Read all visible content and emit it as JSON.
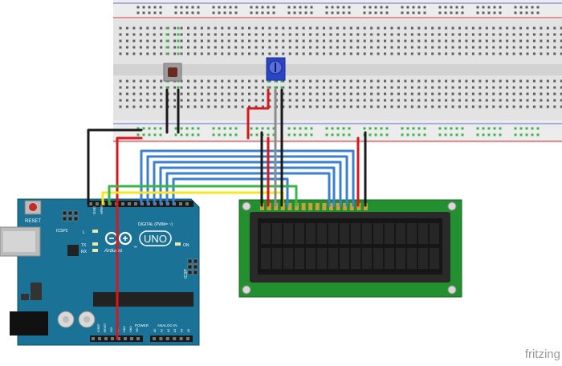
{
  "arduino": {
    "reset_label": "RESET",
    "icsp2_label": "ICSP2",
    "aref_label": "AREF",
    "gnd_label": "GND",
    "digital_label": "DIGITAL (PWM= ~)",
    "brand_label": "Arduino",
    "tm_mark": "™",
    "model_label": "UNO",
    "on_label": "ON",
    "l_label": "L",
    "tx_label": "TX",
    "rx_label": "RX",
    "icsp_label": "ICSP",
    "power_label": "POWER",
    "analog_label": "ANALOG IN",
    "power_pins": [
      "IOREF",
      "RESET",
      "3V3",
      "5V",
      "GND",
      "GND",
      "VIN"
    ],
    "analog_pins": [
      "A0",
      "A1",
      "A2",
      "A3",
      "A4",
      "A5"
    ]
  },
  "watermark": "fritzing",
  "colors": {
    "breadboard": "#e3e3e3",
    "arduino_board": "#1a7296",
    "lcd_pcb": "#22902f",
    "wire_blue": "#3a7fd0",
    "wire_red": "#d8161d",
    "wire_black": "#1a1a1a",
    "wire_yellow": "#f4e81e",
    "wire_green": "#3ab54a",
    "wire_gray": "#8c8c8c",
    "rail_red": "#d8353a",
    "rail_blue": "#5b6fd0",
    "hole_green": "#3cb44b",
    "potentiometer": "#2a44c8"
  },
  "icons": [
    "pushbutton-icon",
    "potentiometer-icon",
    "usb-connector-icon",
    "power-jack-icon",
    "capacitor-icon",
    "voltage-regulator-icon",
    "arduino-logo-icon"
  ]
}
